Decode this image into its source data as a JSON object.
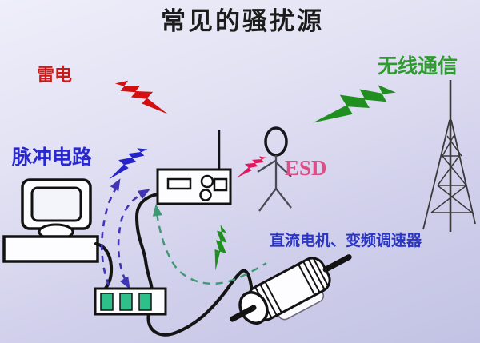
{
  "title": "常见的骚扰源",
  "labels": {
    "lightning": "雷电",
    "wireless_comm": "无线通信",
    "pulse_circuit": "脉冲电路",
    "esd": "ESD",
    "dc_motor": "直流电机、变频调速器"
  },
  "colors": {
    "title_text": "#1c1c1c",
    "lightning_red": "#d40f0f",
    "lightning_text_red": "#cc1a1a",
    "wireless_green": "#1f8f1f",
    "wireless_text_green": "#2e9b2e",
    "pulse_blue": "#2424c8",
    "pulse_text_blue": "#2828cc",
    "esd_bolt_pink": "#e3175e",
    "esd_text_pink": "#dd4d86",
    "motor_text_blue": "#2a35c4",
    "interference_blue_dash": "#4035b5",
    "interference_green_dash": "#3d9973",
    "socket_green": "#2fbf8b",
    "background_top": "#efeefa",
    "background_bottom": "#c2c2e4"
  },
  "icons": {
    "lightning-bolt-red": "jagged-bolt-shape",
    "lightning-bolt-green": "jagged-bolt-shape",
    "lightning-bolt-blue": "jagged-bolt-shape",
    "lightning-bolt-pink": "jagged-bolt-shape",
    "lightning-bolt-green-small": "jagged-bolt-shape",
    "computer": "crt-computer-drawing",
    "radio-device": "radio-with-antenna-drawing",
    "person": "stick-figure-drawing",
    "antenna-tower": "lattice-tower-drawing",
    "power-strip": "power-strip-drawing",
    "motor": "dc-motor-drawing"
  }
}
